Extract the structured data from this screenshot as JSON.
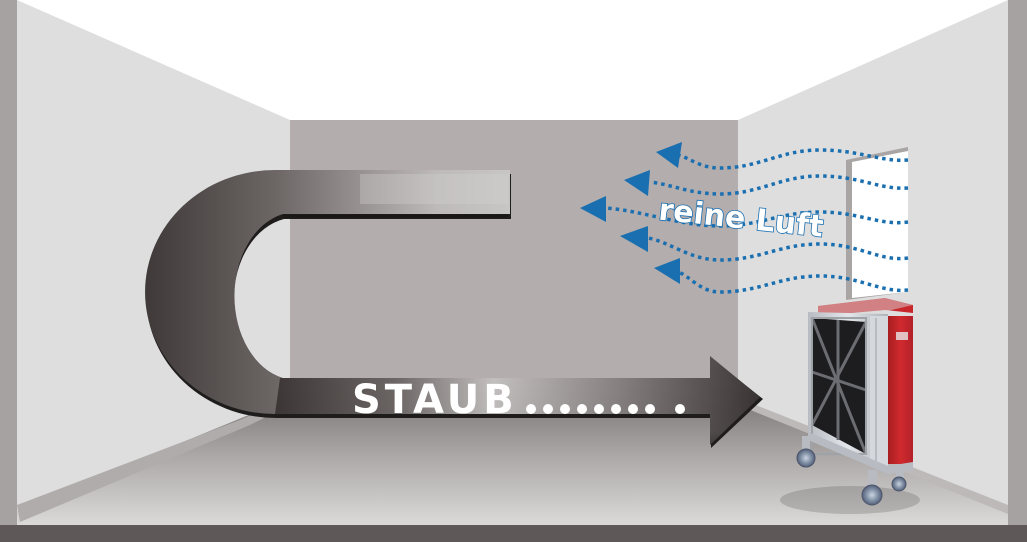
{
  "diagram": {
    "description": "Room illustration showing dusty air being drawn into an air cleaner and clean air being blown out",
    "labels": {
      "dust": "STAUB",
      "dust_trail": ".........",
      "clean_air": "reine Luft"
    },
    "colors": {
      "ceiling": "#ffffff",
      "side_walls": "#dedede",
      "back_wall": "#b3adad",
      "floor_light": "#d6d4d3",
      "floor_dark": "#8e8a89",
      "wall_edge": "#a7a2a2",
      "base_strip": "#5e5858",
      "dust_arrow_dark": "#3f3a39",
      "dust_arrow_light": "#c9c7c6",
      "clean_air_blue": "#1a6fb0",
      "device_red": "#c8272b",
      "device_frame": "#c8ccd1",
      "device_filter": "#1d1d1f"
    },
    "elements": [
      {
        "id": "dust-arrow",
        "type": "u-turn-arrow",
        "label": "STAUB.........",
        "direction": "left-around-right",
        "points_to": "air-cleaner"
      },
      {
        "id": "clean-air-flow",
        "type": "dotted-wavy-arrows",
        "count": 5,
        "label": "reine Luft",
        "direction": "right-to-left",
        "source": "air-cleaner"
      },
      {
        "id": "air-cleaner",
        "type": "mobile-air-cleaning-unit",
        "features": [
          "black filter grille",
          "aluminium frame",
          "red side panel",
          "castor wheels"
        ]
      },
      {
        "id": "doorway",
        "type": "opening",
        "location": "right wall"
      }
    ]
  }
}
